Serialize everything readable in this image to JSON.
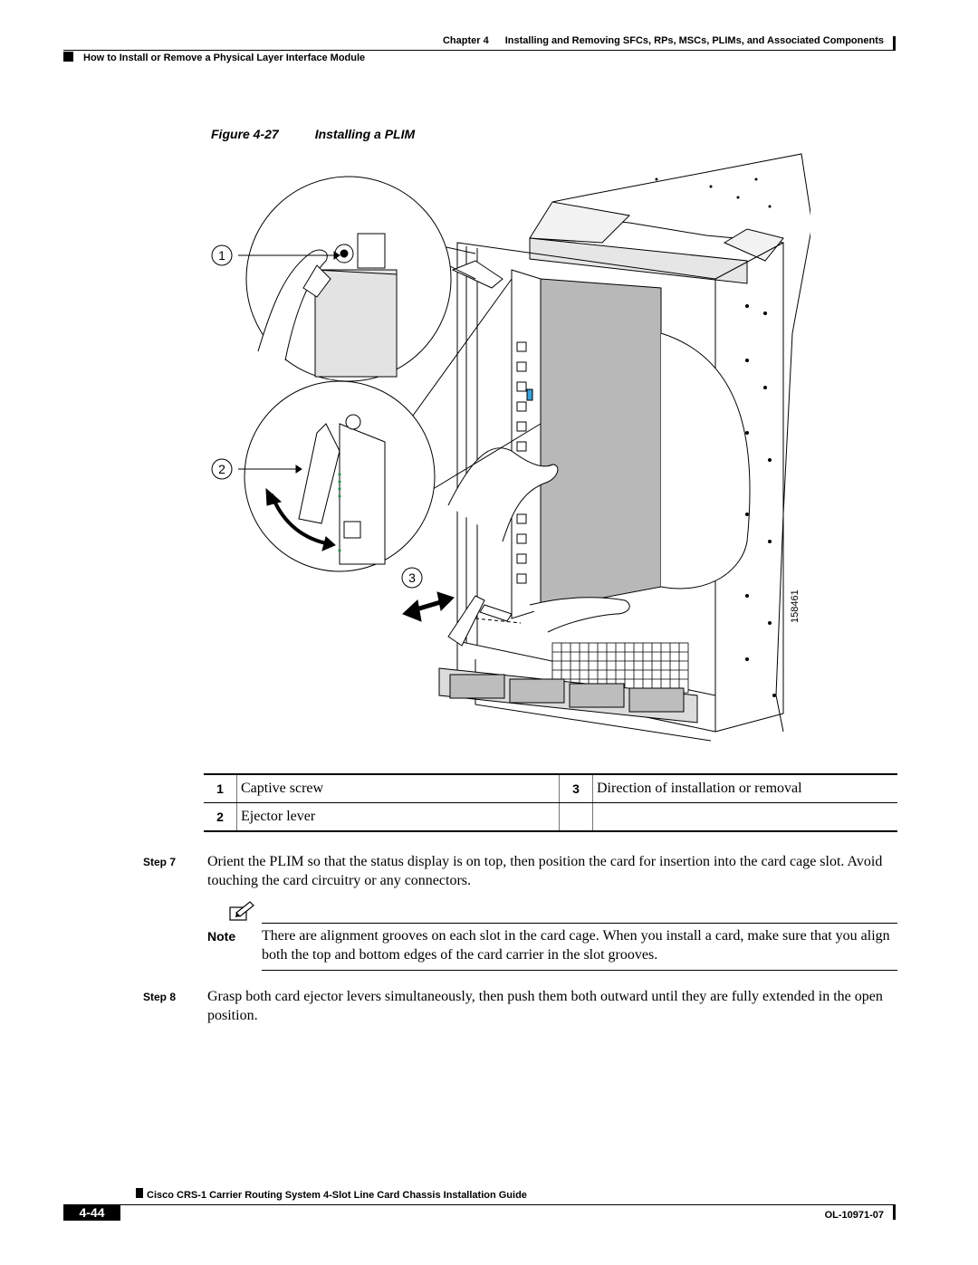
{
  "header": {
    "chapter_num": "Chapter 4",
    "chapter_title": "Installing and Removing SFCs, RPs, MSCs, PLIMs, and Associated Components",
    "section": "How to Install or Remove a Physical Layer Interface Module"
  },
  "figure": {
    "label": "Figure 4-27",
    "title": "Installing a PLIM",
    "callout_1": "1",
    "callout_2": "2",
    "callout_3": "3",
    "art_id": "158461"
  },
  "callouts": [
    {
      "num": "1",
      "text": "Captive screw"
    },
    {
      "num": "3",
      "text": "Direction of installation or removal"
    },
    {
      "num": "2",
      "text": "Ejector lever"
    }
  ],
  "steps": [
    {
      "label": "Step 7",
      "text": "Orient the PLIM so that the status display is on top, then position the card for insertion into the card cage slot. Avoid touching the card circuitry or any connectors."
    },
    {
      "label": "Step 8",
      "text": "Grasp both card ejector levers simultaneously, then push them both outward until they are fully extended in the open position."
    }
  ],
  "note": {
    "label": "Note",
    "text": "There are alignment grooves on each slot in the card cage. When you install a card, make sure that you align both the top and bottom edges of the card carrier in the slot grooves."
  },
  "footer": {
    "title": "Cisco CRS-1 Carrier Routing System 4-Slot Line Card Chassis Installation Guide",
    "page": "4-44",
    "doc_id": "OL-10971-07"
  }
}
